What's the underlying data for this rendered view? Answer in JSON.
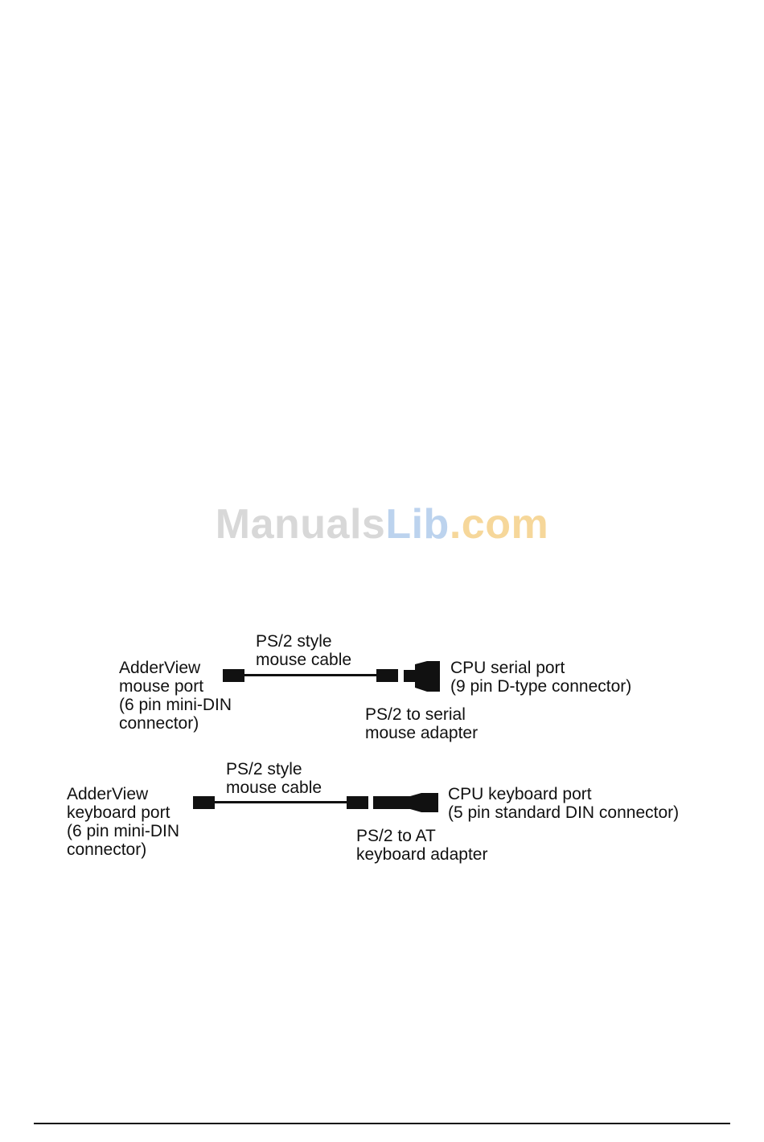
{
  "watermark": {
    "part1": "Manuals",
    "part2": "Lib",
    "part3": ".com",
    "colors": {
      "part1": "#d8d8d8",
      "part2": "#bcd3ee",
      "part3": "#f6d79a"
    }
  },
  "mouse_diagram": {
    "cable_label": [
      "PS/2 style",
      "mouse cable"
    ],
    "adderview_port_label": [
      "AdderView",
      "mouse port",
      "(6 pin mini-DIN",
      "connector)"
    ],
    "cpu_port_label": [
      "CPU serial port",
      "(9 pin D-type connector)"
    ],
    "adapter_label": [
      "PS/2 to serial",
      "mouse adapter"
    ]
  },
  "keyboard_diagram": {
    "cable_label": [
      "PS/2 style",
      "mouse cable"
    ],
    "adderview_port_label": [
      "AdderView",
      "keyboard port",
      "(6 pin mini-DIN",
      "connector)"
    ],
    "cpu_port_label": [
      "CPU keyboard port",
      "(5 pin standard DIN connector)"
    ],
    "adapter_label": [
      "PS/2 to AT",
      "keyboard adapter"
    ]
  }
}
